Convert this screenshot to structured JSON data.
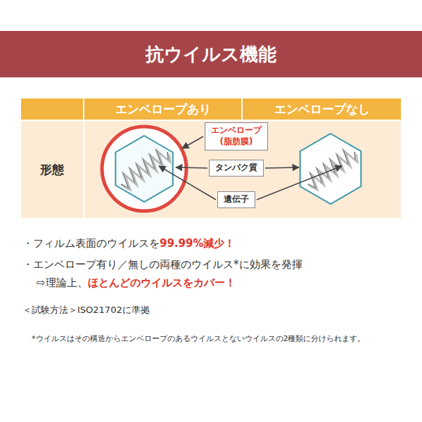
{
  "diagram": {
    "title": "抗ウイルス機能",
    "nodes": [
      {
        "text": [
          "エンベロープ (脂肪膜)"
        ]
      },
      {
        "text": [
          "タンパク質"
        ]
      },
      {
        "text": [
          "遺伝子"
        ]
      }
    ],
    "labels": [
      "エンベロープあり",
      "エンベロープなし",
      "形態",
      "・フィルム表面のウイルスを",
      "99.99%減少！",
      "・エンベロープ有り／無しの両種のウイルス*に効果を発揮",
      "⇨理論上、",
      "ほとんどのウイルスをカバー！",
      "＜試験方法＞ISO21702に準拠",
      "*ウイルスはその構造からエンベロープのあるウイルスとないウイルスの2種類に分けられます。"
    ]
  }
}
